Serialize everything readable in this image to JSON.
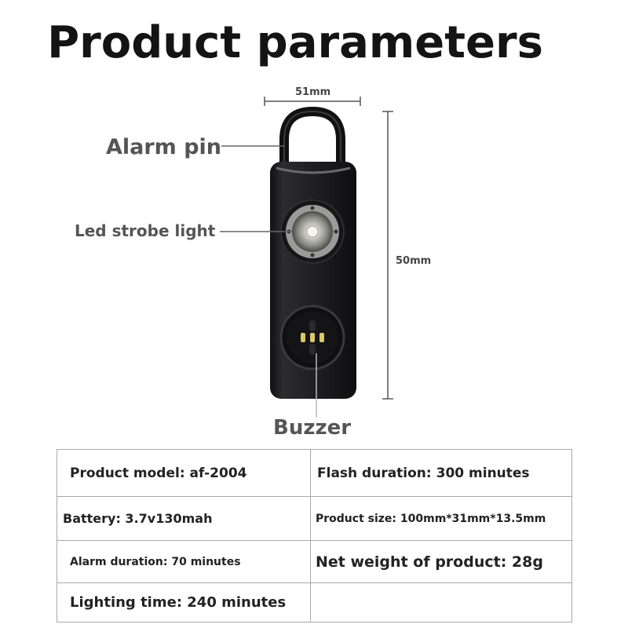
{
  "title": "Product parameters",
  "dimensions": {
    "width": "51mm",
    "height": "50mm"
  },
  "callouts": {
    "alarm_pin": "Alarm pin",
    "led_strobe_light": "Led strobe light",
    "buzzer": "Buzzer"
  },
  "specs": [
    [
      "Product model: af-2004",
      "Flash duration: 300 minutes"
    ],
    [
      "Battery: 3.7v130mah",
      "Product size: 100mm*31mm*13.5mm"
    ],
    [
      "Alarm duration: 70 minutes",
      "Net weight of product: 28g"
    ],
    [
      "Lighting time: 240 minutes",
      ""
    ]
  ],
  "colors": {
    "device_body": "#1c1c1e",
    "ring": "#2a2a2a",
    "text": "#222222",
    "callout_text": "#555555",
    "table_border": "#a9a9a9"
  }
}
